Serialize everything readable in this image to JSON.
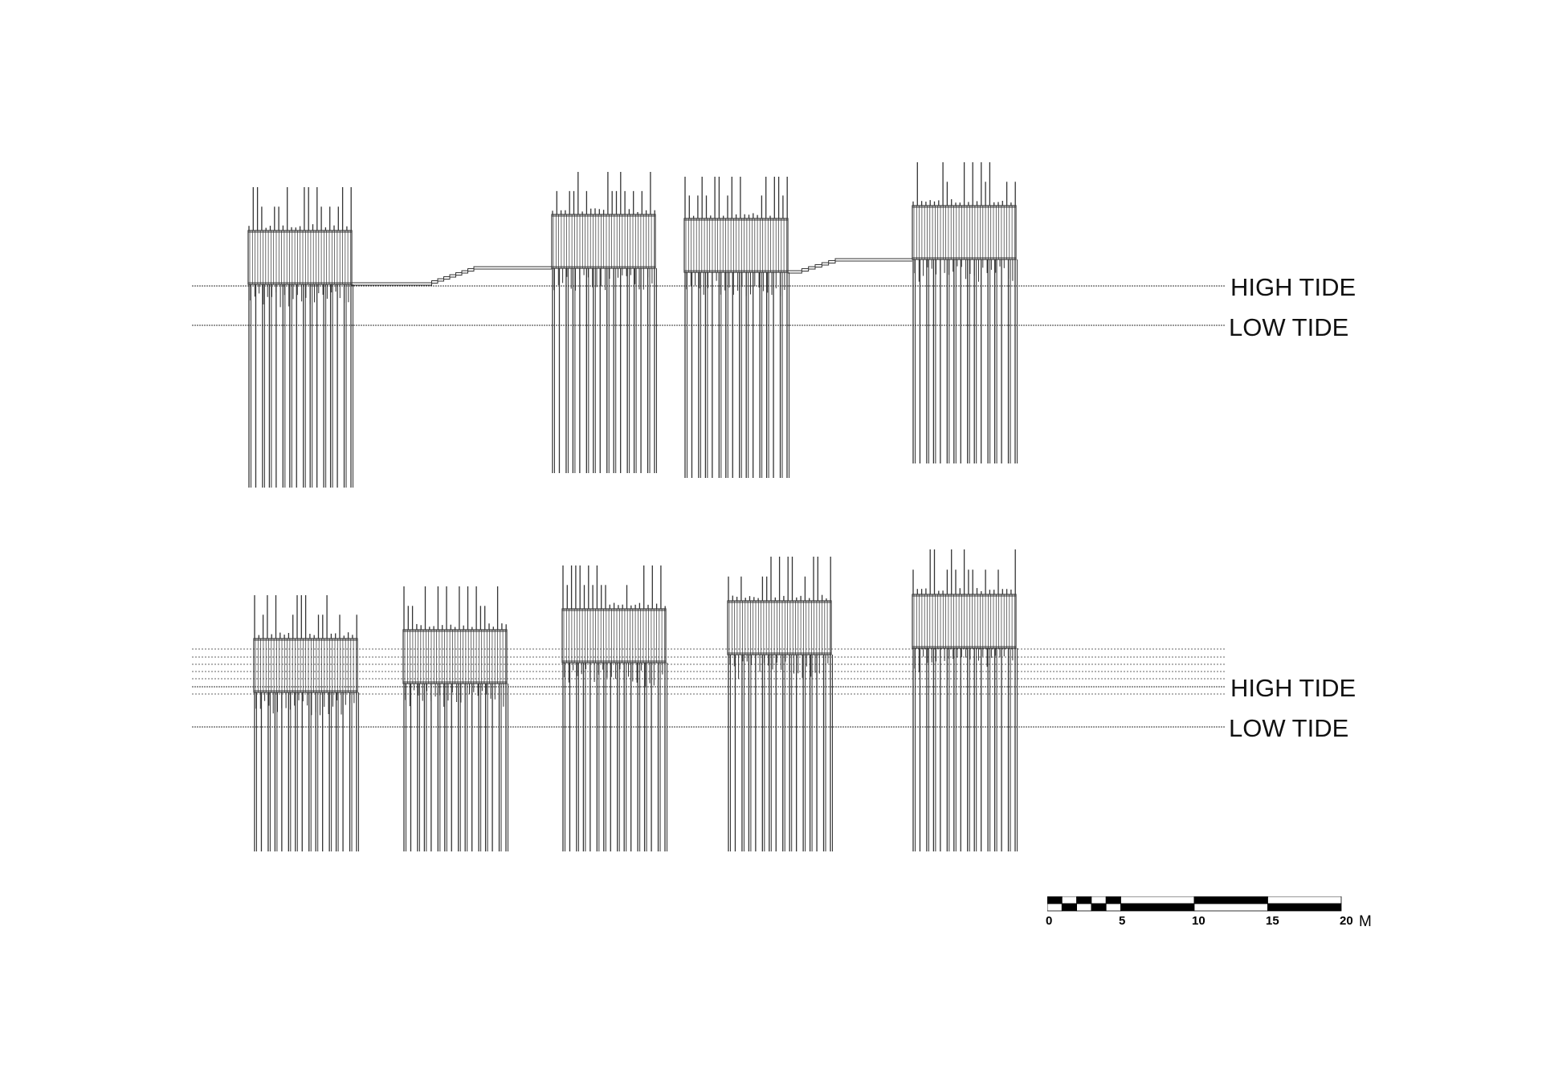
{
  "section_top": {
    "high_tide_label": "HIGH TIDE",
    "low_tide_label": "LOW TIDE",
    "platform_count": 4
  },
  "section_bottom": {
    "high_tide_label": "HIGH TIDE",
    "low_tide_label": "LOW TIDE",
    "platform_count": 5
  },
  "scale_bar": {
    "ticks": [
      "0",
      "5",
      "10",
      "15",
      "20"
    ],
    "unit": "M"
  },
  "colors": {
    "line": "#333333",
    "background": "#ffffff"
  }
}
